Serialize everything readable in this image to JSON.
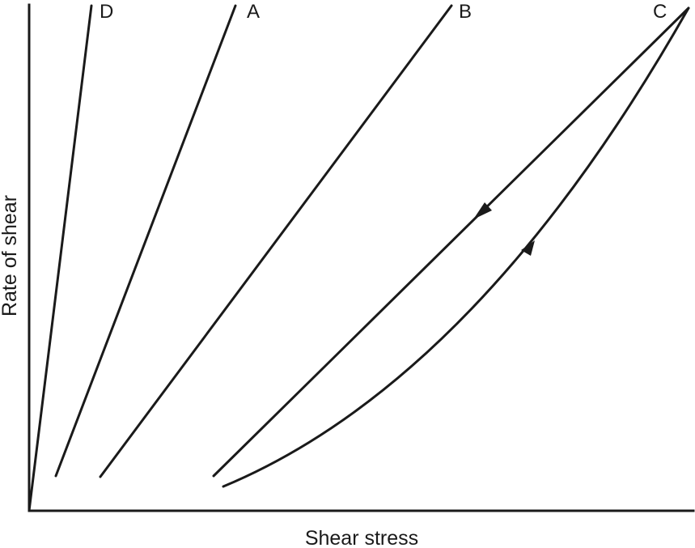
{
  "axes": {
    "x_label": "Shear stress",
    "y_label": "Rate of shear"
  },
  "curves": [
    {
      "id": "D",
      "label": "D"
    },
    {
      "id": "A",
      "label": "A"
    },
    {
      "id": "B",
      "label": "B"
    },
    {
      "id": "C",
      "label": "C"
    }
  ],
  "colors": {
    "stroke": "#1a1a1a",
    "background": "#ffffff"
  }
}
